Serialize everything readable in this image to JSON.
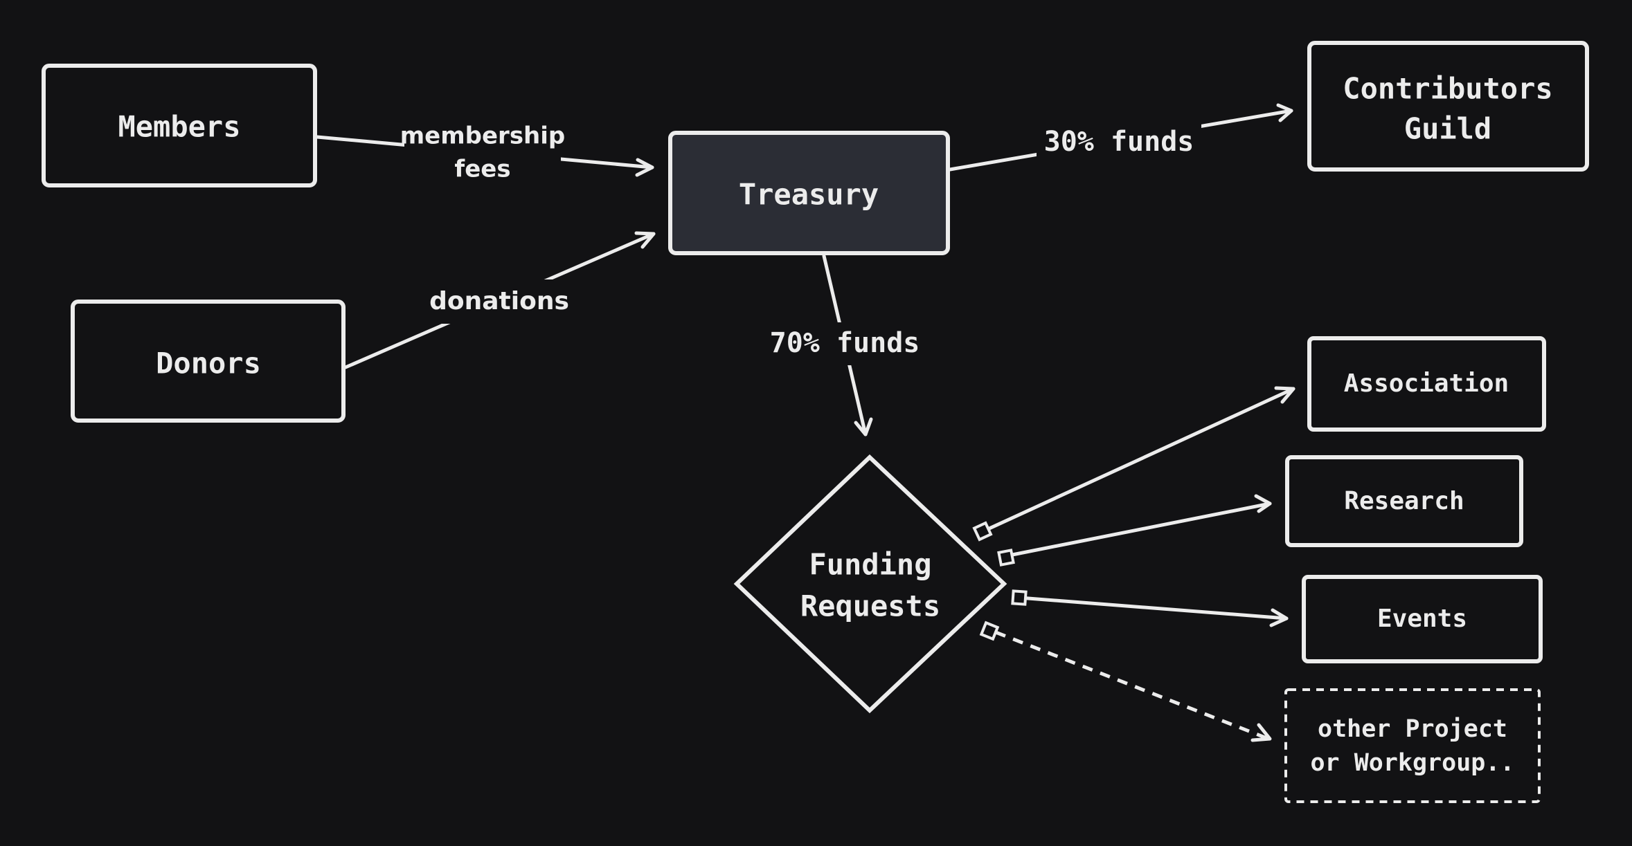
{
  "colors": {
    "background": "#121214",
    "stroke": "#ececec",
    "text": "#ececec",
    "treasury_fill": "#2b2d35"
  },
  "nodes": {
    "members": "Members",
    "donors": "Donors",
    "treasury": "Treasury",
    "contributors_guild": [
      "Contributors",
      "Guild"
    ],
    "funding_requests": [
      "Funding",
      "Requests"
    ],
    "association": "Association",
    "research": "Research",
    "events": "Events",
    "other_project": [
      "other Project",
      "or Workgroup.."
    ]
  },
  "edges": {
    "membership_fees": [
      "membership",
      "fees"
    ],
    "donations": "donations",
    "contributors_share": "30% funds",
    "funding_share": "70% funds"
  }
}
